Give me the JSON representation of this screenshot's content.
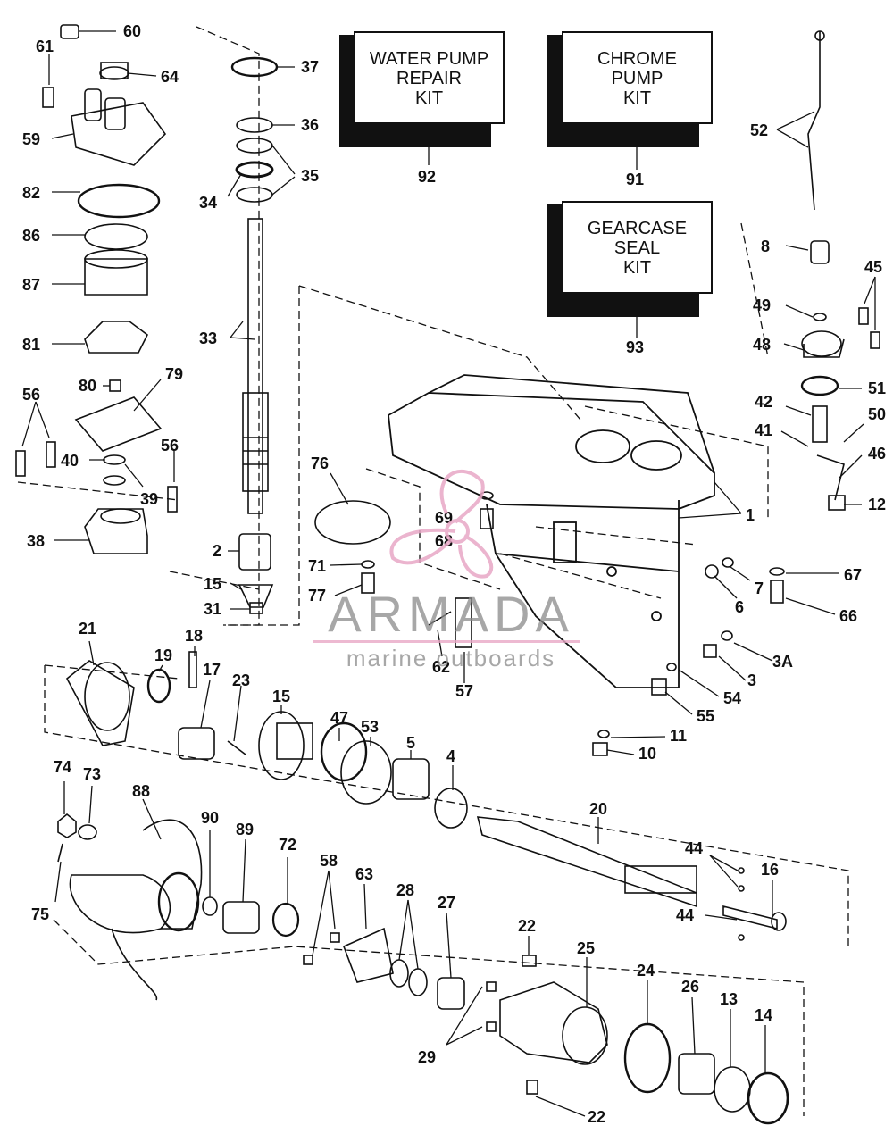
{
  "kits": [
    {
      "id": "92",
      "lines": [
        "WATER PUMP",
        "REPAIR",
        "KIT"
      ]
    },
    {
      "id": "91",
      "lines": [
        "CHROME",
        "PUMP",
        "KIT"
      ]
    },
    {
      "id": "93",
      "lines": [
        "GEARCASE",
        "SEAL",
        "KIT"
      ]
    }
  ],
  "watermark": {
    "title": "ARMADA",
    "subtitle": "marine outboards",
    "accent_color": "#e8a7c6"
  },
  "callouts": {
    "c60": "60",
    "c61": "61",
    "c64": "64",
    "c59": "59",
    "c82": "82",
    "c86": "86",
    "c87": "87",
    "c81": "81",
    "c80": "80",
    "c79": "79",
    "c56a": "56",
    "c56b": "56",
    "c40": "40",
    "c39": "39",
    "c38": "38",
    "c37": "37",
    "c36": "36",
    "c35": "35",
    "c34": "34",
    "c33": "33",
    "c2": "2",
    "c15a": "15",
    "c31": "31",
    "c92": "92",
    "c91": "91",
    "c93": "93",
    "c52": "52",
    "c8": "8",
    "c45": "45",
    "c49": "49",
    "c48": "48",
    "c51": "51",
    "c42": "42",
    "c50": "50",
    "c41": "41",
    "c46": "46",
    "c12": "12",
    "c1": "1",
    "c76": "76",
    "c69": "69",
    "c68": "68",
    "c71": "71",
    "c77": "77",
    "c7": "7",
    "c67": "67",
    "c6": "6",
    "c66": "66",
    "c62": "62",
    "c57": "57",
    "c3A": "3A",
    "c3": "3",
    "c54": "54",
    "c55": "55",
    "c11": "11",
    "c10": "10",
    "c21": "21",
    "c19": "19",
    "c18": "18",
    "c17": "17",
    "c23": "23",
    "c15b": "15",
    "c47": "47",
    "c53": "53",
    "c5": "5",
    "c4": "4",
    "c20": "20",
    "c44a": "44",
    "c44b": "44",
    "c16": "16",
    "c74": "74",
    "c73": "73",
    "c88": "88",
    "c90": "90",
    "c89": "89",
    "c72": "72",
    "c58": "58",
    "c63": "63",
    "c28": "28",
    "c27": "27",
    "c22a": "22",
    "c25": "25",
    "c24": "24",
    "c26": "26",
    "c13": "13",
    "c14": "14",
    "c29": "29",
    "c22b": "22",
    "c75": "75"
  }
}
